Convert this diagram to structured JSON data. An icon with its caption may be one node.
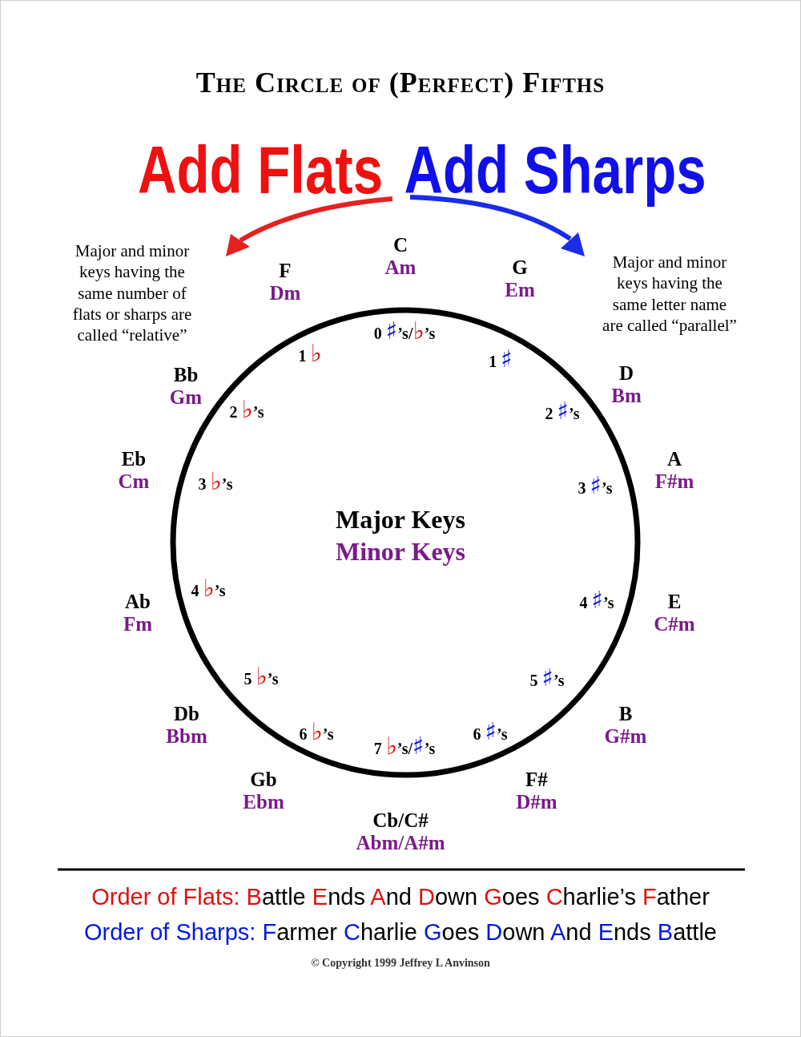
{
  "diagram": {
    "title": "The Circle of (Perfect) Fifths",
    "nodes": [
      {
        "text": [
          "Major Keys",
          "Minor Keys"
        ]
      },
      {
        "text": [
          "C",
          "Am"
        ]
      },
      {
        "text": [
          "G",
          "Em"
        ]
      },
      {
        "text": [
          "D",
          "Bm"
        ]
      },
      {
        "text": [
          "A",
          "F#m"
        ]
      },
      {
        "text": [
          "E",
          "C#m"
        ]
      },
      {
        "text": [
          "B",
          "G#m"
        ]
      },
      {
        "text": [
          "F#",
          "D#m"
        ]
      },
      {
        "text": [
          "Cb/C#",
          "Abm/A#m"
        ]
      },
      {
        "text": [
          "Gb",
          "Ebm"
        ]
      },
      {
        "text": [
          "Db",
          "Bbm"
        ]
      },
      {
        "text": [
          "Ab",
          "Fm"
        ]
      },
      {
        "text": [
          "Eb",
          "Cm"
        ]
      },
      {
        "text": [
          "Bb",
          "Gm"
        ]
      },
      {
        "text": [
          "F",
          "Dm"
        ]
      }
    ],
    "labels": [
      "Add Flats",
      "Add Sharps",
      "Major and minor keys having the same number of flats or sharps are called “relative”",
      "Major and minor keys having the same letter name are called “parallel”",
      "0 **♯**’s/*♭*’s",
      "1 **♯**",
      "2 **♯**’s",
      "3 **♯**’s",
      "4 **♯**’s",
      "5 **♯**’s",
      "6 **♯**’s",
      "7 *♭*’s/**♯**’s",
      "6 *♭*’s",
      "5 *♭*’s",
      "4 *♭*’s",
      "3 *♭*’s",
      "2 *♭*’s",
      "1 *♭*",
      "**Order of Flats: B**attle **E**nds **A**nd **D**own **G**oes **C**harlie’s **F**ather",
      "**Order of Sharps: F**armer **C**harlie **G**oes **D**own **A**nd **E**nds **B**attle",
      "© Copyright 1999 Jeffrey L Anvinson"
    ]
  }
}
